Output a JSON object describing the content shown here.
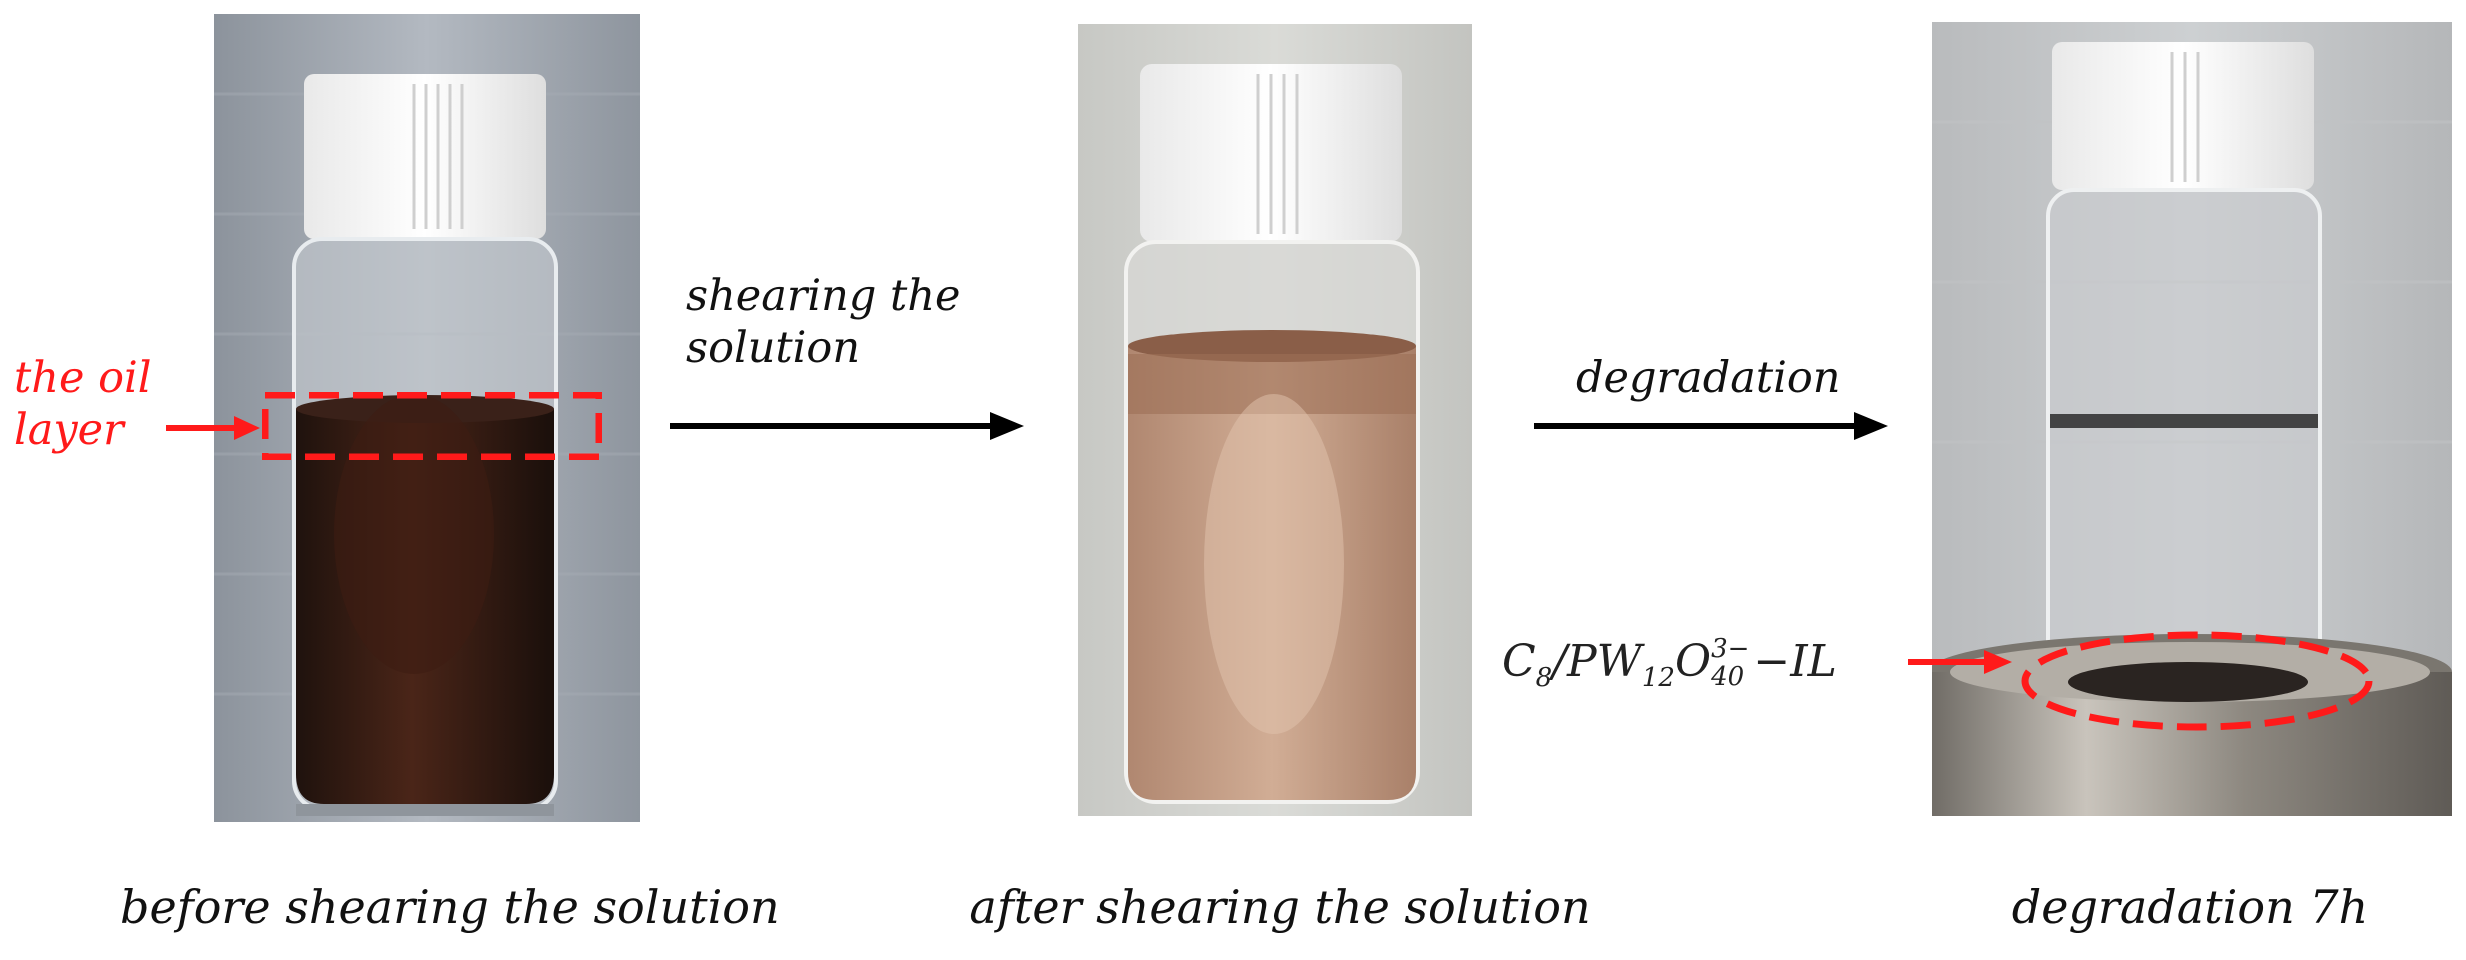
{
  "panels": [
    {
      "caption": "before shearing the solution"
    },
    {
      "caption": "after shearing the solution"
    },
    {
      "caption": "degradation 7h"
    }
  ],
  "annotations": {
    "oil_layer_line1": "the oil",
    "oil_layer_line2": "layer",
    "shear_line1": "shearing the",
    "shear_line2": "solution",
    "degradation": "degradation",
    "formula": {
      "c": "C",
      "c_sub": "8",
      "slash": "/",
      "pw": "PW",
      "pw_sub": "12",
      "o": "O",
      "o_sup": "3−",
      "o_sub": "40",
      "suffix": "−IL"
    }
  },
  "colors": {
    "annotation_red": "#ff1a1a",
    "arrow_black": "#000000"
  }
}
